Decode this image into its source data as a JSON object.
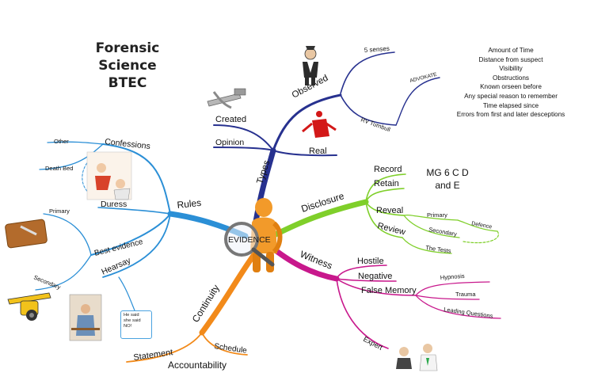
{
  "title_lines": [
    "Forensic",
    "Science",
    "BTEC"
  ],
  "center": "EVIDENCE",
  "branches": {
    "types": {
      "label": "Types",
      "observed": "Observed",
      "five_senses": "5 senses",
      "rv_turnbull": "RV Turnbull",
      "advokate": "ADVOKATE",
      "created": "Created",
      "opinion": "Opinion",
      "real": "Real"
    },
    "disclosure": {
      "label": "Disclosure",
      "record": "Record",
      "retain": "Retain",
      "reveal": "Reveal",
      "review": "Review",
      "primary": "Primary",
      "secondary": "Secondary",
      "the_tests": "The Tests",
      "defence": "Defence"
    },
    "witness": {
      "label": "Witness",
      "hostile": "Hostile",
      "negative": "Negative",
      "false_memory": "False Memory",
      "hypnosis": "Hypnosis",
      "trauma": "Trauma",
      "leading_questions": "Leading Questions",
      "expert": "Expert"
    },
    "continuity": {
      "label": "Continuity",
      "statement": "Statement",
      "schedule": "Schedule",
      "accountability": "Accountability"
    },
    "rules": {
      "label": "Rules",
      "confessions": "Confessions",
      "other": "Other",
      "death_bed": "Death Bed",
      "duress": "Duress",
      "best_evidence": "Best evidence",
      "primary": "Primary",
      "secondary": "Secondary",
      "hearsay": "Hearsay"
    }
  },
  "mg_lines": [
    "MG 6 C D",
    "and E"
  ],
  "advokate_lines": [
    "Amount of Time",
    "Distance from suspect",
    "Visibility",
    "Obstructions",
    "Known orseen before",
    "Any special reason to remember",
    "Time elapsed since",
    "Errors from first and later desceptions"
  ],
  "hearsay_note_lines": [
    "He said",
    "she said",
    "NO!"
  ],
  "colors": {
    "types": "#27318f",
    "disclosure": "#7fcf2a",
    "witness": "#c8188c",
    "continuity": "#f28a1a",
    "rules": "#2b8fd6",
    "figure": "#f29a2a"
  }
}
